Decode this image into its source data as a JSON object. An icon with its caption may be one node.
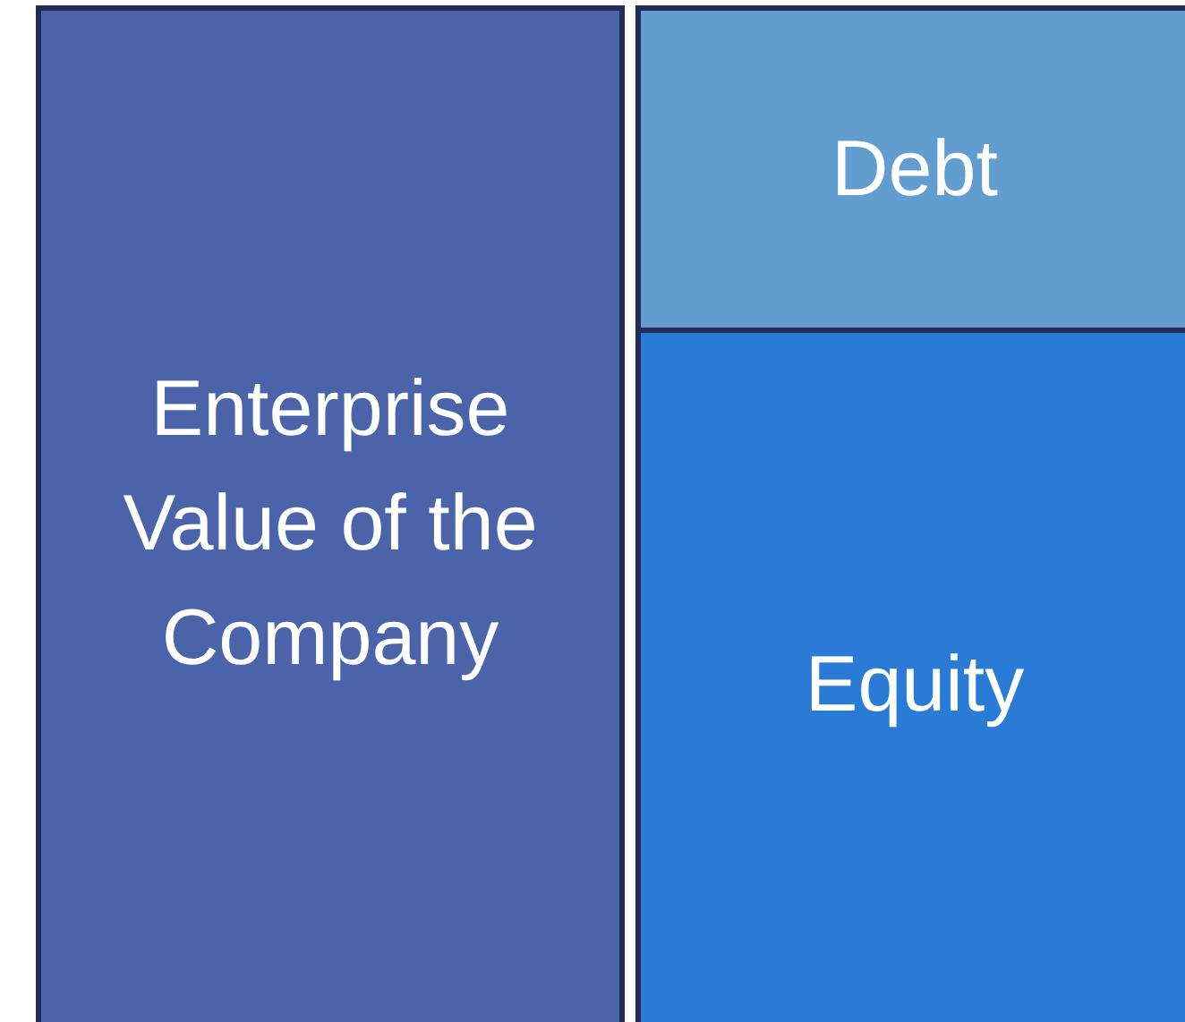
{
  "diagram": {
    "nodes": [
      {
        "text": [
          "Enterprise Value of the Company"
        ]
      },
      {
        "text": [
          "Debt"
        ]
      },
      {
        "text": [
          "Equity"
        ]
      }
    ]
  }
}
